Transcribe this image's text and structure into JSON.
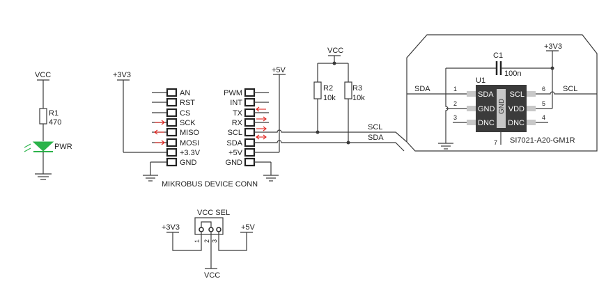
{
  "power_led": {
    "vcc": "VCC",
    "ref": "R1",
    "value": "470",
    "led_label": "PWR",
    "led_color": "#2bb34a"
  },
  "mikrobus": {
    "title": "MIKROBUS DEVICE CONN",
    "left_rail": "+3V3",
    "right_rail": "+5V",
    "left_pins": [
      "AN",
      "RST",
      "CS",
      "SCK",
      "MISO",
      "MOSI",
      "+3.3V",
      "GND"
    ],
    "right_pins": [
      "PWM",
      "INT",
      "TX",
      "RX",
      "SCL",
      "SDA",
      "+5V",
      "GND"
    ]
  },
  "pullups": {
    "vcc": "VCC",
    "r2_ref": "R2",
    "r2_value": "10k",
    "r3_ref": "R3",
    "r3_value": "10k",
    "scl": "SCL",
    "sda": "SDA"
  },
  "sensor": {
    "rail": "+3V3",
    "cap_ref": "C1",
    "cap_value": "100n",
    "ic_ref": "U1",
    "part": "SI7021-A20-GM1R",
    "sda_net": "SDA",
    "scl_net": "SCL",
    "pad_labels": [
      "SDA",
      "GND",
      "DNC",
      "SCL",
      "VDD",
      "DNC",
      "GND"
    ],
    "pin_numbers": [
      "1",
      "2",
      "3",
      "6",
      "5",
      "4",
      "7"
    ],
    "chip_color": "#3b3b3b",
    "pad_color": "#c8c8c8"
  },
  "vcc_sel": {
    "title": "VCC SEL",
    "left": "+3V3",
    "right": "+5V",
    "bottom": "VCC",
    "pins": [
      "1",
      "2",
      "3"
    ]
  },
  "colors": {
    "arrow": "#e0211c",
    "wire": "#3a3a3a"
  }
}
